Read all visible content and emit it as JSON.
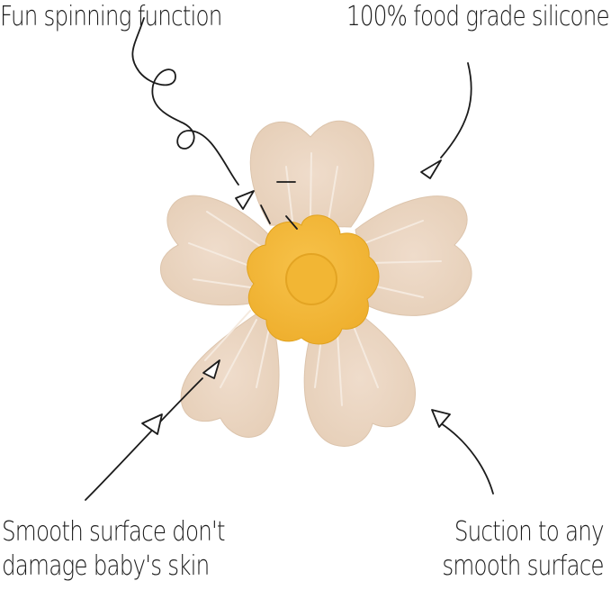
{
  "labels": {
    "spinning": "Fun spinning function",
    "silicone": "100% food grade silicone",
    "smooth_line1": "Smooth surface don't",
    "smooth_line2": "damage baby's skin",
    "suction_line1": "Suction to any",
    "suction_line2": "smooth surface"
  },
  "colors": {
    "petal": "#ead5c0",
    "petal_shadow": "#d9c2ab",
    "petal_vein": "#f6ebdf",
    "center": "#f4b93a",
    "center_shadow": "#e2a526",
    "ink": "#1b1b1b"
  }
}
